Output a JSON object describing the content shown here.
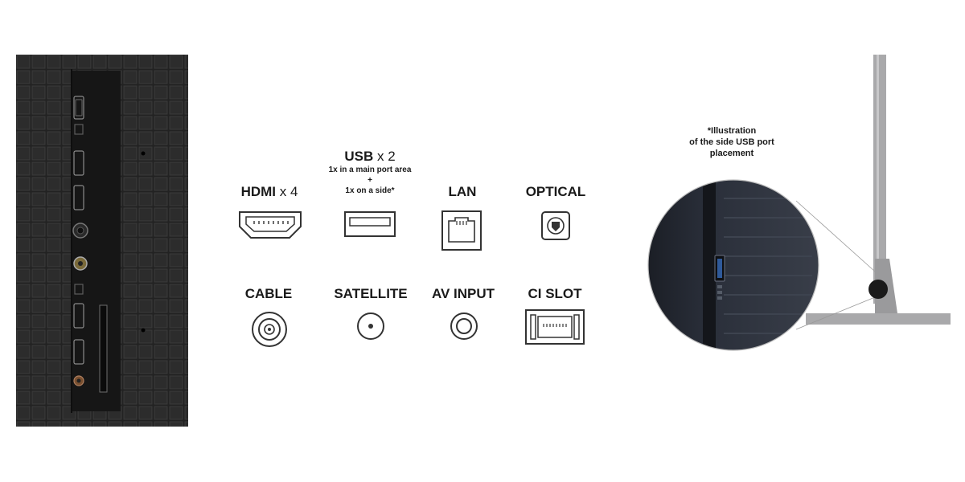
{
  "ports": {
    "hdmi": {
      "label": "HDMI",
      "count": "x 4"
    },
    "usb": {
      "label": "USB",
      "count": "x 2",
      "detail_main": "1x in a main port area",
      "detail_plus": "+",
      "detail_side": "1x on a side*"
    },
    "lan": {
      "label": "LAN"
    },
    "optical": {
      "label": "OPTICAL"
    },
    "cable": {
      "label": "CABLE"
    },
    "satellite": {
      "label": "SATELLITE"
    },
    "av_input": {
      "label": "AV INPUT"
    },
    "ci_slot": {
      "label": "CI SLOT"
    }
  },
  "side_view": {
    "note_line1": "*Illustration",
    "note_line2": "of the side USB port",
    "note_line3": "placement"
  },
  "colors": {
    "panel": "#1e1e1e",
    "grid": "#3a3a3a",
    "icon": "#333333",
    "stand": "#a9a9ab"
  }
}
